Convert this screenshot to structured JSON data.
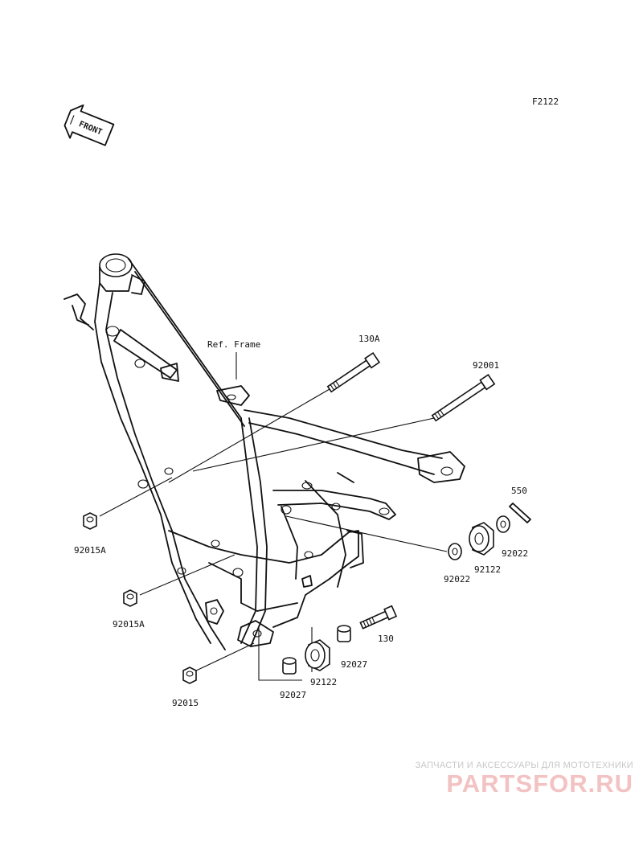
{
  "diagram_code": "F2122",
  "front_label": "FRONT",
  "ref_label": "Ref. Frame",
  "parts": {
    "p130A": "130A",
    "p92001": "92001",
    "p550": "550",
    "p92022_right": "92022",
    "p92022_left": "92022",
    "p92122_upper": "92122",
    "p92015A_upper": "92015A",
    "p92015A_lower": "92015A",
    "p130": "130",
    "p92027_right": "92027",
    "p92027_left": "92027",
    "p92122_lower": "92122",
    "p92015": "92015"
  },
  "watermark": {
    "caption": "ЗАПЧАСТИ И АКСЕССУАРЫ ДЛЯ МОТОТЕХНИКИ",
    "logo": "PARTSFOR.RU"
  }
}
